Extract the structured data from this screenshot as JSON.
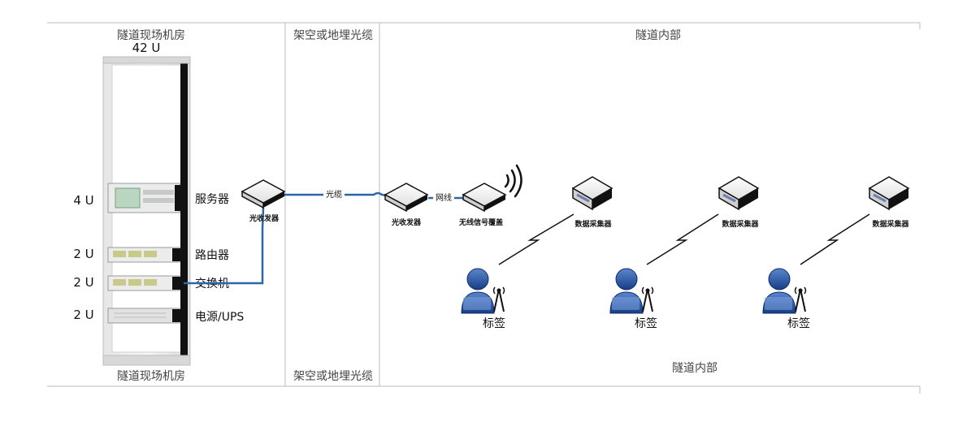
{
  "sections": {
    "left_top": "隧道现场机房",
    "left_bottom": "隧道现场机房",
    "mid_top": "架空或地埋光缆",
    "mid_bottom": "架空或地埋光缆",
    "right_top": "隧道内部",
    "right_bottom": "隧道内部"
  },
  "rack": {
    "capacity_label": "42 U",
    "units": [
      {
        "size": "4 U",
        "name": "服务器"
      },
      {
        "size": "2 U",
        "name": "路由器"
      },
      {
        "size": "2 U",
        "name": "交换机"
      },
      {
        "size": "2 U",
        "name": "电源/UPS"
      }
    ]
  },
  "devices": {
    "transceiver_left": "光收发器",
    "transceiver_right": "光收发器",
    "wireless_cover": "无线信号覆盖"
  },
  "links": {
    "fiber": "光缆",
    "network_cable": "网线"
  },
  "collectors": [
    "数据采集器",
    "数据采集器",
    "数据采集器"
  ],
  "tags": [
    "标签",
    "标签",
    "标签"
  ],
  "colors": {
    "cable": "#2e65a8",
    "person": "#1f4f9c",
    "rack_frame": "#111111",
    "divider": "#bbbbbb"
  }
}
